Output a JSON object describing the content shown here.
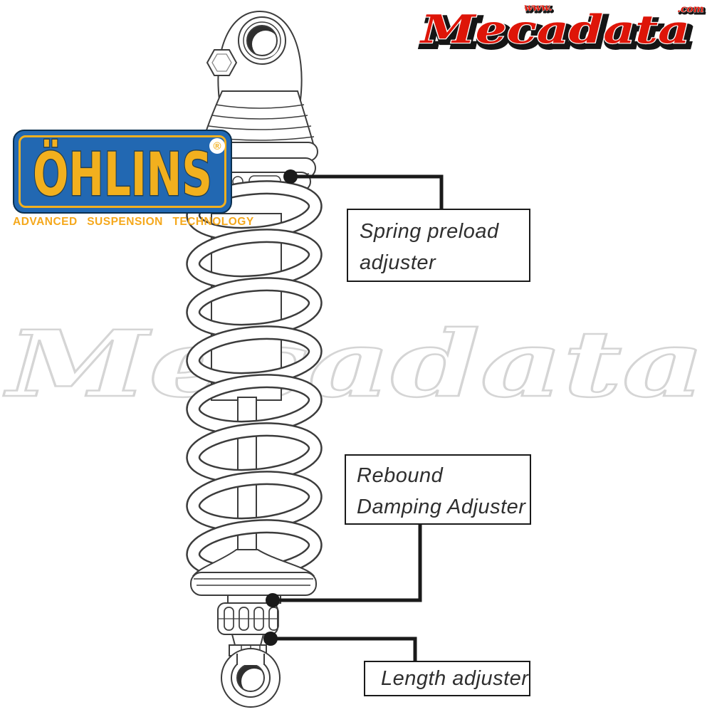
{
  "page": {
    "background": "#ffffff"
  },
  "header_logo": {
    "www": "www.",
    "text": "Mecadata",
    "com": ".com",
    "red": "#de1508",
    "shadow": "#151515"
  },
  "watermark": {
    "text": "Mecadata",
    "outline_color": "#d5d5d5"
  },
  "ohlins_logo": {
    "brand": "ÖHLINS",
    "registered": "®",
    "tagline": "ADVANCED SUSPENSION TECHNOLOGY",
    "blue": "#2268b2",
    "yellow": "#f2b01e",
    "tagline_color": "#f5a81c"
  },
  "diagram": {
    "subject": "rear shock absorber line drawing",
    "line_color": "#1a1a1a",
    "labels": [
      {
        "id": "spring-preload",
        "line1": "Spring preload",
        "line2": "adjuster"
      },
      {
        "id": "rebound-damping",
        "line1": "Rebound",
        "line2": "Damping Adjuster"
      },
      {
        "id": "length",
        "line1": "Length adjuster"
      }
    ]
  }
}
